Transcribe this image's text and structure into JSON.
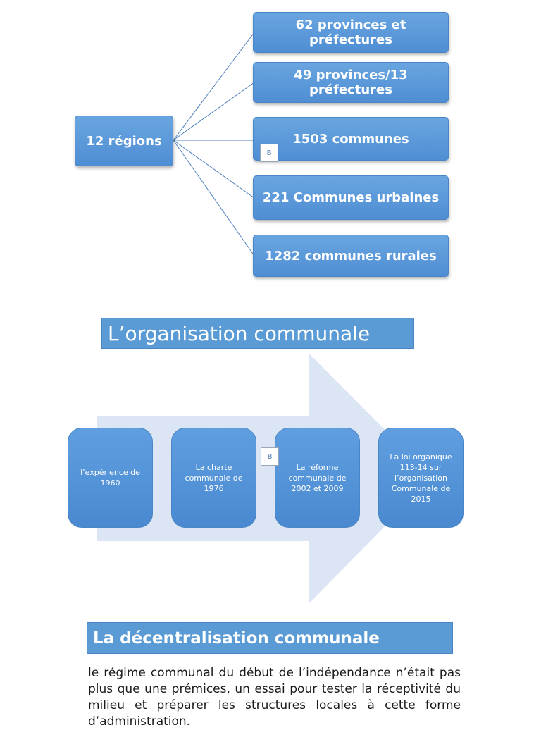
{
  "hierarchy": {
    "root": "12 régions",
    "children": [
      "62 provinces et préfectures",
      "49 provinces/13 préfectures",
      "1503 communes",
      "221 Communes urbaines",
      "1282 communes rurales"
    ],
    "marker": "B"
  },
  "organisation": {
    "title": "L’organisation communale",
    "steps": [
      "l’expérience de 1960",
      "La charte communale de 1976",
      "La réforme communale de 2002 et 2009",
      "La loi organique 113-14 sur l’organisation Communale de 2015"
    ],
    "marker": "B"
  },
  "decentralisation": {
    "title": "La décentralisation communale",
    "text": "le régime communal du début de l’indépendance n’était pas plus que une prémices, un essai pour tester la réceptivité du milieu et préparer les structures locales à cette forme d’administration."
  },
  "colors": {
    "box": "#5b9bd5",
    "arrow": "#dbe5f4",
    "connector": "#4f81bd"
  }
}
